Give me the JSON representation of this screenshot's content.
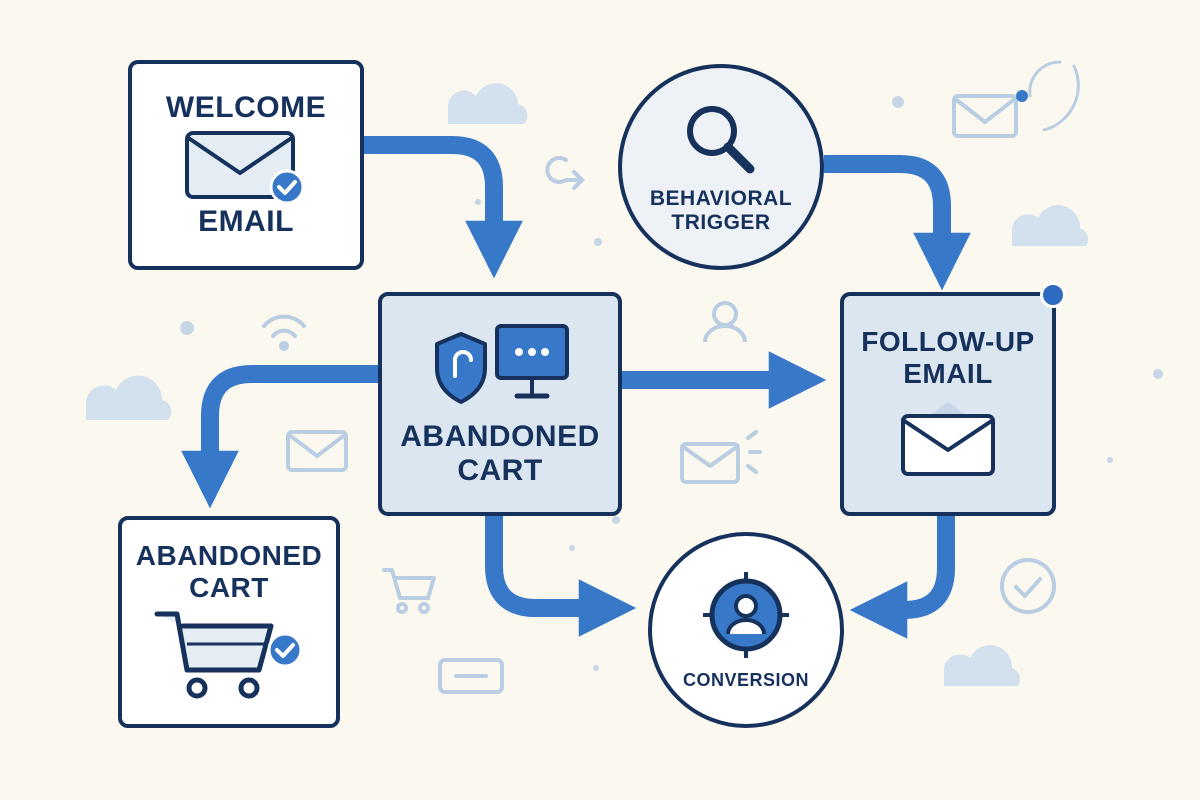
{
  "nodes": {
    "welcome": {
      "line1": "WELCOME",
      "line2": "EMAIL"
    },
    "abandoned_center": {
      "line1": "ABANDONED",
      "line2": "CART"
    },
    "abandoned_left": {
      "line1": "ABANDONED",
      "line2": "CART"
    },
    "followup": {
      "line1": "FOLLOW-UP",
      "line2": "EMAIL"
    },
    "behavioral": {
      "line1": "BEHAVIORAL",
      "line2": "TRIGGER"
    },
    "conversion": {
      "line1": "CONVERSION"
    }
  },
  "colors": {
    "background": "#fbf8ef",
    "navy": "#16325c",
    "arrow_blue": "#3778c8",
    "tint_box": "#dbe6f0",
    "decor_light": "#b9cde3"
  },
  "icons": {
    "welcome": [
      "envelope-icon",
      "check-badge-icon"
    ],
    "abandoned_center": [
      "shield-icon",
      "monitor-chat-icon"
    ],
    "abandoned_left": [
      "shopping-cart-icon",
      "check-badge-icon"
    ],
    "followup": [
      "envelope-icon"
    ],
    "behavioral": [
      "magnifier-icon"
    ],
    "conversion": [
      "user-target-icon"
    ],
    "decorations": [
      "cloud-icon",
      "envelope-icon",
      "wifi-icon",
      "user-icon",
      "cart-icon",
      "check-circle-icon",
      "refresh-icon",
      "card-icon",
      "dot-icon"
    ]
  }
}
